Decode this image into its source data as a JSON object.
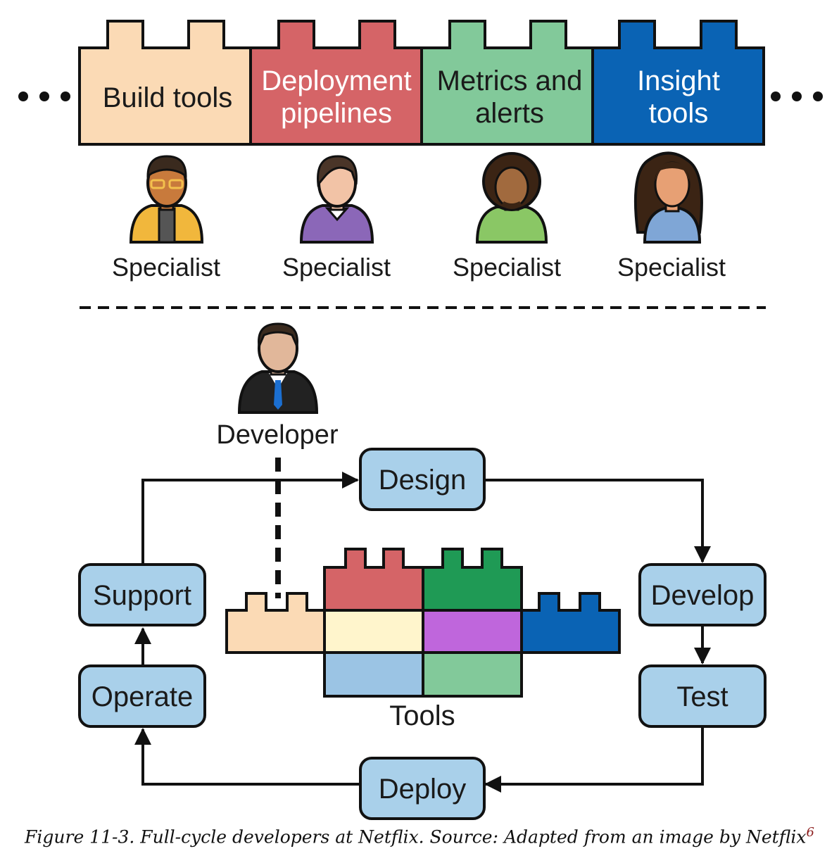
{
  "colors": {
    "build": "#fbdab5",
    "deploy": "#d56467",
    "metrics": "#82c99a",
    "insight": "#0a63b4",
    "box_fill": "#a9d0ea",
    "lego_red": "#d56467",
    "lego_green": "#1f9a55",
    "lego_blue": "#0a63b4",
    "lego_cream": "#fbdab5",
    "lego_yellow": "#fff5cc",
    "lego_purple": "#bf66dc",
    "lego_lightblue": "#9bc4e4",
    "lego_lightgreen": "#82c99a"
  },
  "top_blocks": [
    {
      "line1": "Build tools",
      "line2": ""
    },
    {
      "line1": "Deployment",
      "line2": "pipelines"
    },
    {
      "line1": "Metrics and",
      "line2": "alerts"
    },
    {
      "line1": "Insight",
      "line2": "tools"
    }
  ],
  "specialists": [
    "Specialist",
    "Specialist",
    "Specialist",
    "Specialist"
  ],
  "developer_label": "Developer",
  "cycle": {
    "design": "Design",
    "develop": "Develop",
    "test": "Test",
    "deploy": "Deploy",
    "operate": "Operate",
    "support": "Support"
  },
  "tools_label": "Tools",
  "caption": {
    "text": "Figure 11-3. Full-cycle developers at Netflix. Source: Adapted from an image by Netflix",
    "footnote": "6"
  }
}
